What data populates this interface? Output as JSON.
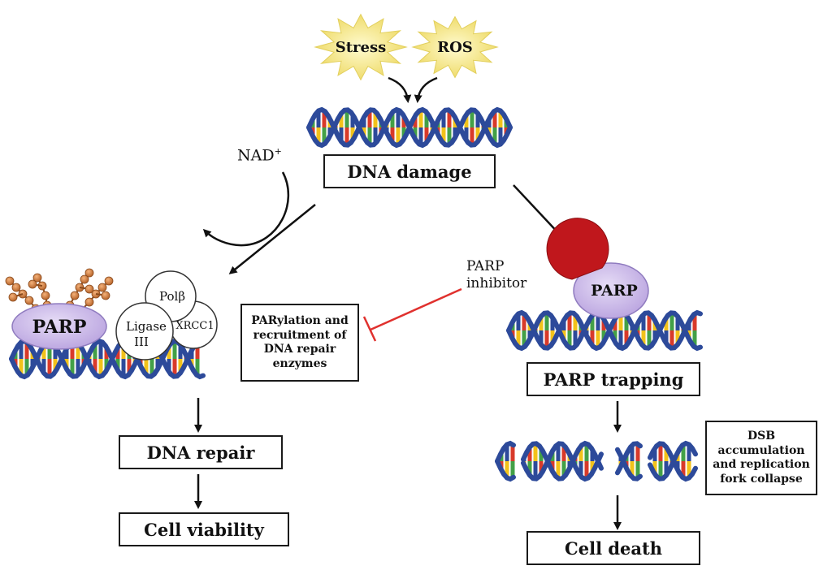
{
  "stressors": {
    "stress": "Stress",
    "ros": "ROS"
  },
  "cofactor": {
    "nad_text": "NAD",
    "nad_sup": "+"
  },
  "boxes": {
    "dna_damage": "DNA damage",
    "dna_repair": "DNA repair",
    "cell_viability": "Cell viability",
    "parp_trapping": "PARP trapping",
    "cell_death": "Cell death"
  },
  "notes": {
    "parylation": "PARylation and recruitment of DNA repair enzymes",
    "dsb": "DSB accumulation and replication fork collapse"
  },
  "inhibitor": {
    "line1": "PARP",
    "line2": "inhibitor"
  },
  "proteins": {
    "parp_left": "PARP",
    "parp_right": "PARP",
    "polb": "Polβ",
    "ligase_line1": "Ligase",
    "ligase_line2": "III",
    "xrcc1": "XRCC1"
  },
  "colors": {
    "dna_backbone": "#2d4a9a",
    "base_colors": [
      "#d83a2a",
      "#f2c21a",
      "#43a047",
      "#2d4a9a"
    ],
    "parp_fill": "#c7b5e6",
    "inhibitor_fill": "#c0171c",
    "inhibit_line": "#e0312e",
    "par_chain": "#c9743a",
    "burst_fill": "#f6e57a"
  }
}
